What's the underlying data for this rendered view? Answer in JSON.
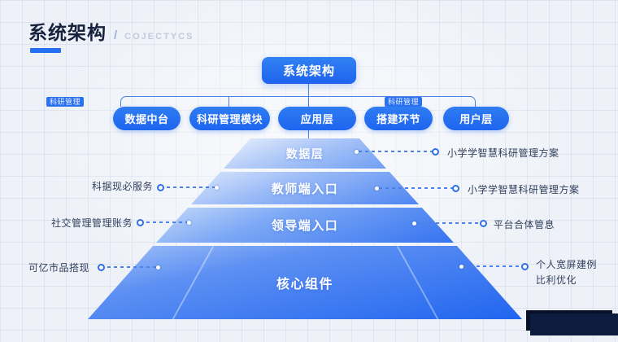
{
  "header": {
    "title": "系统架构",
    "slash": "/",
    "subtitle": "COJECTYCS"
  },
  "org": {
    "root": "系统架构",
    "nodes": [
      "数据中台",
      "科研管理模块",
      "应用层",
      "搭建环节",
      "用户层"
    ],
    "tags": [
      "科研管理",
      "科研管理"
    ]
  },
  "pyramid": {
    "layers": [
      "数据层",
      "教师端入口",
      "领导端入口",
      "核心组件"
    ]
  },
  "callouts": {
    "left": [
      {
        "label": "科据现必服务"
      },
      {
        "label": "社交管理管理账务"
      },
      {
        "label": "可亿市品搭现"
      }
    ],
    "right": [
      {
        "label": "小学学智慧科研管理方案"
      },
      {
        "label": "小学学智慧科研管理方案"
      },
      {
        "label": "平台合体管息"
      },
      {
        "label": "个人宽屏建例",
        "label2": "比利优化"
      }
    ]
  },
  "colors": {
    "accent": "#2470f0",
    "title_text": "#16213b",
    "subtitle_text": "#c2cadb",
    "node_blue": "#1f63ee",
    "line_blue": "#4a82ea",
    "pyramid_top": "#b4ccf8",
    "pyramid_bottom": "#2165ef",
    "background": "#eef2f8",
    "footer_box": "#0d1c3e"
  }
}
